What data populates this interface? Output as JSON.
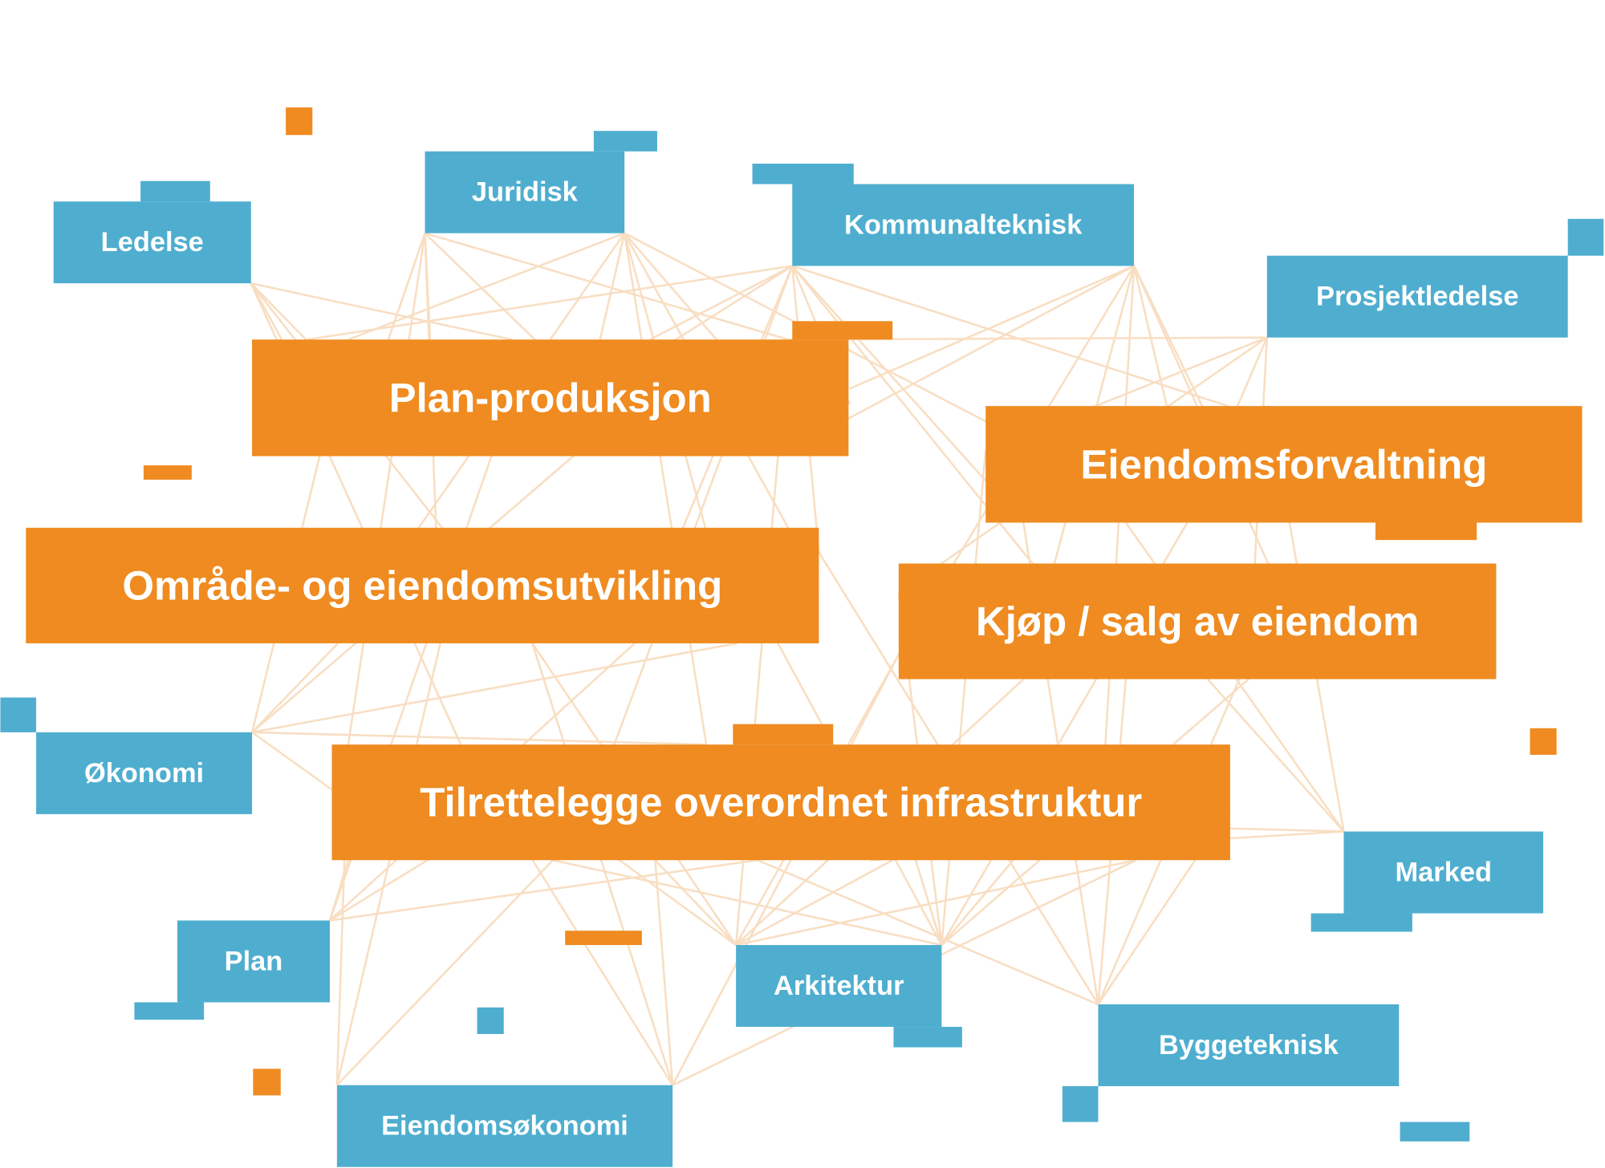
{
  "colors": {
    "blue": "#4FAECF",
    "orange": "#EF8B20",
    "link": "#F8DEC2"
  },
  "nodes": {
    "ledelse": {
      "label": "Ledelse",
      "kind": "competence"
    },
    "juridisk": {
      "label": "Juridisk",
      "kind": "competence"
    },
    "kommunalteknisk": {
      "label": "Kommunalteknisk",
      "kind": "competence"
    },
    "prosjektledelse": {
      "label": "Prosjektledelse",
      "kind": "competence"
    },
    "plan_produksjon": {
      "label": "Plan-produksjon",
      "kind": "area"
    },
    "eiendomsforvaltning": {
      "label": "Eiendomsforvaltning",
      "kind": "area"
    },
    "omrade": {
      "label": "Område- og eiendomsutvikling",
      "kind": "area"
    },
    "kjop_salg": {
      "label": "Kjøp / salg av eiendom",
      "kind": "area"
    },
    "infrastruktur": {
      "label": "Tilrettelegge overordnet infrastruktur",
      "kind": "area"
    },
    "okonomi": {
      "label": "Økonomi",
      "kind": "competence"
    },
    "plan": {
      "label": "Plan",
      "kind": "competence"
    },
    "arkitektur": {
      "label": "Arkitektur",
      "kind": "competence"
    },
    "byggeteknisk": {
      "label": "Byggeteknisk",
      "kind": "competence"
    },
    "marked": {
      "label": "Marked",
      "kind": "competence"
    },
    "eiendomsokonomi": {
      "label": "Eiendomsøkonomi",
      "kind": "competence"
    }
  }
}
